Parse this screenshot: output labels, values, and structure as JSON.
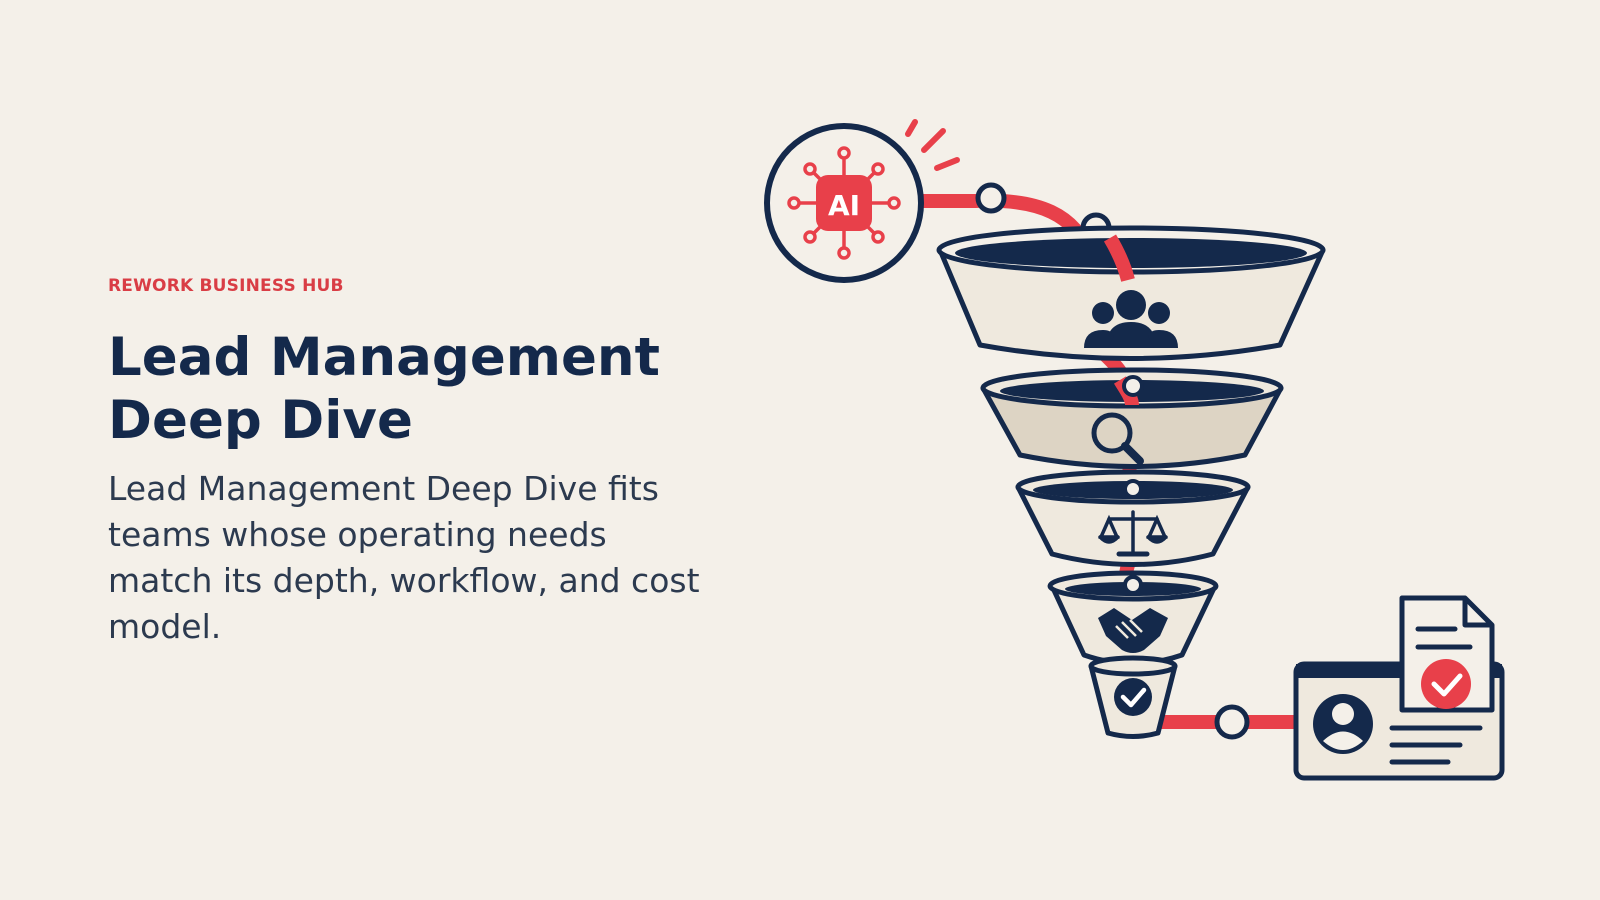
{
  "header": {
    "eyebrow": "REWORK BUSINESS HUB",
    "title_line1": "Lead Management",
    "title_line2": "Deep Dive",
    "description": "Lead Management Deep Dive fits teams whose operating needs match its depth, workflow, and cost model."
  },
  "illustration": {
    "ai_badge": "AI",
    "funnel_stage_icons": [
      "people-group-icon",
      "magnifier-icon",
      "scales-icon",
      "handshake-icon",
      "checkmark-icon"
    ],
    "endpoint_icons": [
      "user-profile-card-icon",
      "approved-document-icon"
    ],
    "colors": {
      "accent_red": "#e8404a",
      "navy": "#14294b",
      "cream": "#f4f0e9",
      "funnel_light": "#efe9de",
      "funnel_mid": "#ddd4c4"
    }
  }
}
